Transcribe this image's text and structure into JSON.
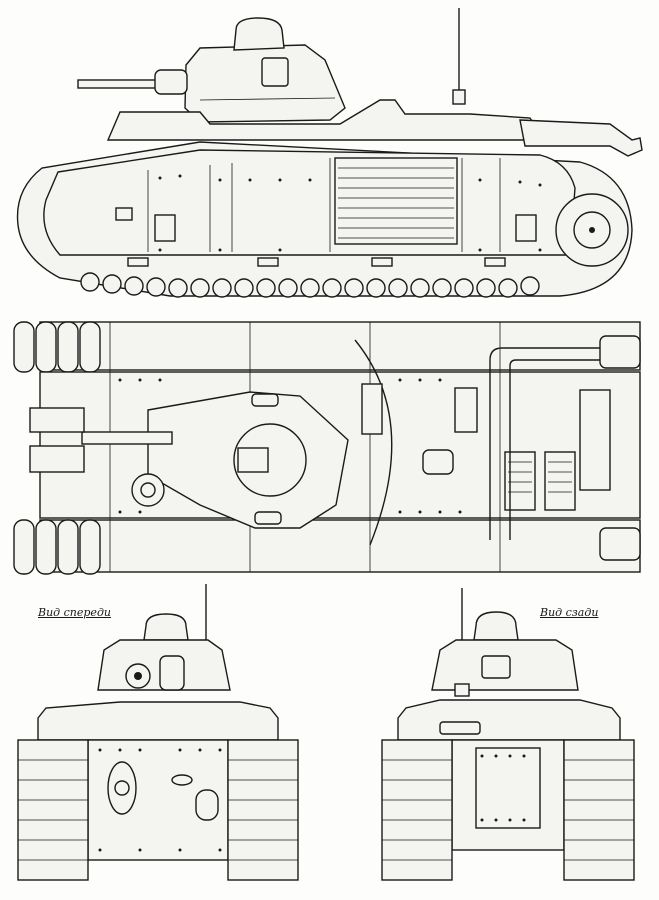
{
  "labels": {
    "front_view": "Вид спереди",
    "rear_view": "Вид сзади"
  },
  "views": [
    "side-view",
    "top-view",
    "front-view",
    "rear-view"
  ],
  "colors": {
    "line": "#1a1a1a",
    "paper": "#fdfdfb",
    "fill": "#f4f4f0"
  }
}
